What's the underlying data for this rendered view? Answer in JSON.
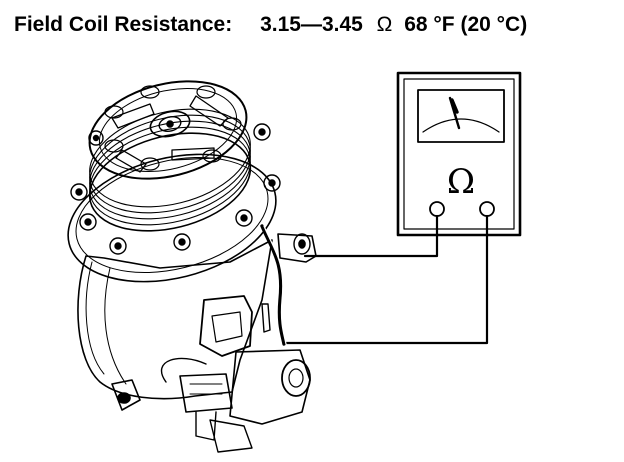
{
  "spec": {
    "label": "Field Coil Resistance:",
    "range": "3.15—3.45",
    "unit": "Ω",
    "temperature": "68 °F (20 °C)"
  },
  "ohmmeter": {
    "symbol": "Ω"
  },
  "colors": {
    "ink": "#000000",
    "background": "#ffffff"
  }
}
